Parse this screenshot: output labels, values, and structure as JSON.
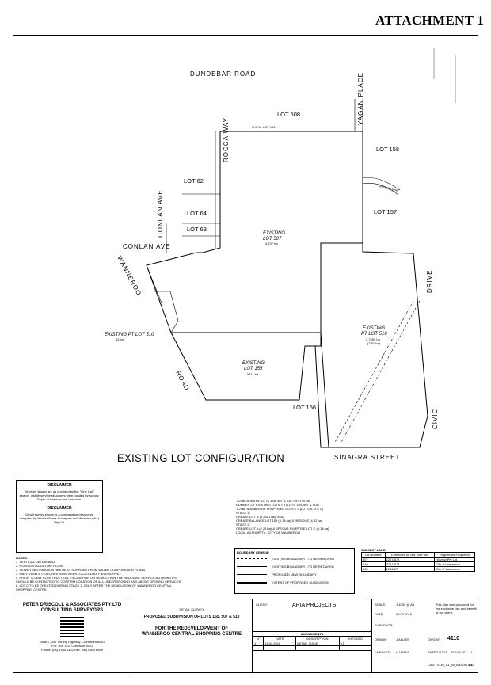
{
  "attachment": "ATTACHMENT 1",
  "roads": {
    "dundebar": "DUNDEBAR ROAD",
    "rocca": "ROCCA WAY",
    "yagan": "YAGAN PLACE",
    "conlan_ave": "CONLAN AVE",
    "conlan_ave2": "CONLAN AVE",
    "wanneroo": "WANNEROO",
    "road": "ROAD",
    "drive": "DRIVE",
    "civic": "CIVIC",
    "sinagra": "SINAGRA   STREET",
    "windan": "WINDAN WAY"
  },
  "lots": {
    "lot508": "LOT 508",
    "row": "R.O.W.  LOT 154",
    "lot158": "LOT 158",
    "lot62": "LOT 62",
    "lot64": "LOT 64",
    "lot63": "LOT 63",
    "lot157": "LOT 157",
    "lot156": "LOT 156",
    "ex507_1": "EXISTING",
    "ex507_2": "LOT 507",
    "ex507_3": "4.737 ha",
    "ex510_1": "EXISTING",
    "ex510_2": "PT LOT 510",
    "ex510_3": "2.7359 ha",
    "ex510_4": "(2.81 ha)",
    "ex510w_1": "EXISTING  PT LOT 510",
    "ex510w_2": "824m²",
    "ex155_1": "EXISTING",
    "ex155_2": "LOT 155",
    "ex155_3": "5811 ha"
  },
  "title": "EXISTING LOT CONFIGURATION",
  "disclaimer": {
    "heading": "DISCLAIMER",
    "p1": "Services shown are as provided by the \"One Call\" search, visible service structures were located by survey. Depth of Services are unknown.",
    "heading2": "DISCLAIMER",
    "p2": "Detail survey shown is a combination of surveys compiled by Hosker Stone Surveyors and Whelans (WA) Pty Ltd."
  },
  "notes": {
    "heading": "NOTES:",
    "lines": [
      "1. VERTICAL DATUM: AHD",
      "2. HORIZONTAL DATUM: PCG94",
      "3. SEWER INFORMATION HAS BEEN SUPPLIED FROM WATER CORPORATION PLANS.",
      "4. ONLY VISIBLE FEATURES HAVE BEEN LOCATED BY FIELD SURVEY.",
      "5. PRIOR TO ANY CONSTRUCTION, EXCAVATION OR DEMOLITION THE RELEVANT SERVICE AUTHORITIES SHOULD BE CONTACTED TO CONFIRM LOCATION OF ALL UNDERGROUND AND ABOVE GROUND SERVICES.",
      "6. LOT C TO BE CREATED DURING STAGE 2, ONLY AFTER THE DEMOLITION OF WANNEROO CENTRAL SHOPPING CENTRE."
    ]
  },
  "areas": {
    "lines": [
      "TOTAL AREA OF LOTS 155, 507 & 510 = 9.9740 ha",
      "NUMBER OF EXISTING LOTS = 3 (LOTS 155, 507 & 510)",
      "TOTAL NUMBER OF PROPOSED LOTS = 3 (LOTS A, B & C)",
      "STAGE 1:",
      "CREATE LOT B (2.2621 ha), AND",
      "CREATE BALANCE LOT 155 (5.18 ha) & RESIDUE (4.32 ha)",
      "STAGE 2:",
      "CREATE LOT A (2.29 ha) & SPECIAL PURPOSE LOT C (0.14 ha)",
      "LOCAL AUTHORITY - CITY OF WANNEROO"
    ]
  },
  "legend": {
    "heading": "BOUNDARY LEGEND",
    "rows": [
      {
        "label": "EXISTING BOUNDARY - TO BE REMOVED"
      },
      {
        "label": "EXISTING BOUNDARY - TO BE RETAINED"
      },
      {
        "label": "PROPOSED NEW BOUNDARY"
      },
      {
        "label": "EXTENT OF PROPOSED SUBDIVISION"
      }
    ]
  },
  "subject_land": {
    "heading": "SUBJECT LAND",
    "headers": [
      "Lot Number",
      "Certificate of Title Vol/Folio",
      "Registered Proprietor"
    ],
    "rows": [
      [
        "507",
        "2217/873",
        "Hillview Pty Ltd"
      ],
      [
        "510",
        "2217/873",
        "City of Wanneroo"
      ],
      [
        "155",
        "2236/27",
        "City of Wanneroo"
      ]
    ]
  },
  "titleblock": {
    "firm1": "PETER DRISCOLL & ASSOCIATES PTY LTD",
    "firm2": "CONSULTING SURVEYORS",
    "addr1": "Suite 7, 257 Stirling Highway, Claremont 6010",
    "addr2": "P.O. Box 412, Cottesloe 6911",
    "addr3": "Phone: (08) 9385 1122   Fax: (08) 9384 6659",
    "detail": "DETAIL SURVEY",
    "proposed": "PROPOSED SUBDIVISION OF LOTS 155, 507 & 510",
    "for1": "FOR THE REDEVELOPMENT OF",
    "for2": "WANNEROO CENTRAL SHOPPING CENTRE",
    "client_label": "CLIENT:",
    "client": "ARIA PROJECTS",
    "scale_label": "SCALE:",
    "scale": "1:1000 @ A1",
    "date_label": "DATE:",
    "date": "09.02.2016",
    "surveyor_label": "SURVEYOR:",
    "surveyor": "",
    "drawn_label": "DRAWN:",
    "drawn": "J.ALLISS",
    "checked_label": "CHECKED:",
    "checked": "V.JAMES",
    "dwg_label": "DWG N°:",
    "dwg": "4110",
    "sheet_label": "SHEET N°:",
    "sheet": "2A",
    "issue_label": "ISSUE N°:",
    "issue": "1",
    "cad_label": "CAD:",
    "cad": "4110_A1_W_WDGSTING",
    "size": "A1",
    "note": "This plan was produced for the exclusive use and benefit of our client.",
    "amend_heading": "AMENDMENTS",
    "amend_headers": [
      "N°",
      "DATE",
      "DESCRIPTION",
      "CHECKED"
    ],
    "amend_row": [
      "1",
      "11.02.2016",
      "INITIAL ISSUE",
      "VJ"
    ]
  }
}
